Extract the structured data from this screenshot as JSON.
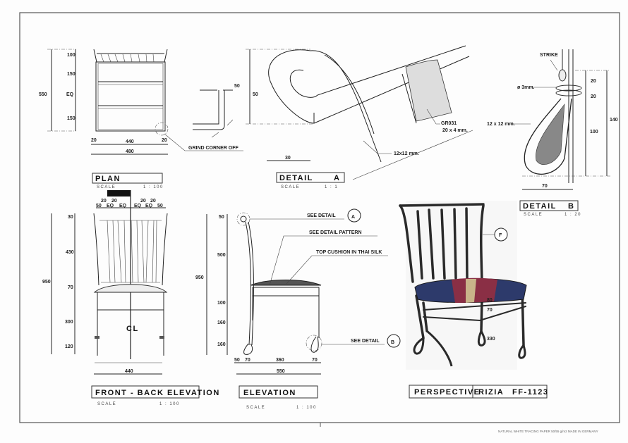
{
  "plan": {
    "title": "PLAN",
    "scale_label": "SCALE",
    "scale": "1 : 100",
    "dims": {
      "total_depth": "550",
      "d1": "100",
      "d2": "150",
      "d3": "EQ",
      "d4": "150",
      "w_left": "20",
      "w_mid": "440",
      "w_right": "20",
      "w_total": "480"
    },
    "corner_dim": "50",
    "note": "GRIND   CORNER  OFF"
  },
  "detail_a": {
    "title": "DETAIL",
    "letter": "A",
    "scale_label": "SCALE",
    "scale": "1 : 1",
    "dim_height": "50",
    "dim_width": "30",
    "bar_size": "12x12 mm.",
    "groove_code": "GR031",
    "groove_size": "20 x 4 mm."
  },
  "detail_b": {
    "title": "DETAIL",
    "letter": "B",
    "scale_label": "SCALE",
    "scale": "1 : 20",
    "strike": "STRIKE",
    "wire": "ø 3mm.",
    "bar_size": "12 x 12 mm.",
    "d1": "20",
    "d2": "20",
    "d3": "100",
    "total": "140",
    "width": "70"
  },
  "front_back": {
    "title": "FRONT - BACK  ELEVATION",
    "scale_label": "SCALE",
    "scale": "1 : 100",
    "top_dims_upper": [
      "20",
      "20",
      "20",
      "20"
    ],
    "top_dims_lower": [
      "50",
      "EQ",
      "EQ",
      "EQ",
      "EQ",
      "50"
    ],
    "total_height": "950",
    "h1": "30",
    "h2": "430",
    "h3": "70",
    "h4": "300",
    "h5": "120",
    "width": "440",
    "centerline": "CL"
  },
  "elevation": {
    "title": "ELEVATION",
    "scale_label": "SCALE",
    "scale": "1 : 100",
    "total_height": "950",
    "h1": "50",
    "h2": "500",
    "h3": "100",
    "h4": "160",
    "h5": "160",
    "w1": "50",
    "w2": "70",
    "w3": "360",
    "w4": "70",
    "total_width": "550",
    "callout_a": "SEE  DETAIL",
    "callout_a_letter": "A",
    "callout_pattern": "SEE  DETAIL  PATTERN",
    "callout_cushion": "TOP  CUSHION  IN  THAI  SILK",
    "callout_b": "SEE  DETAIL",
    "callout_b_letter": "B"
  },
  "perspective": {
    "title": "PERSPECTIVE",
    "name": "RIZIA",
    "code": "FF-1123",
    "marker": "F",
    "dims": [
      "80",
      "70",
      "330"
    ],
    "cushion_colors": [
      "#2d3a6b",
      "#8a2f45",
      "#c9b48a"
    ]
  },
  "footer": "NATURAL WHITE TRACING PAPER 50/55 g/m2  MADE IN GERMANY"
}
